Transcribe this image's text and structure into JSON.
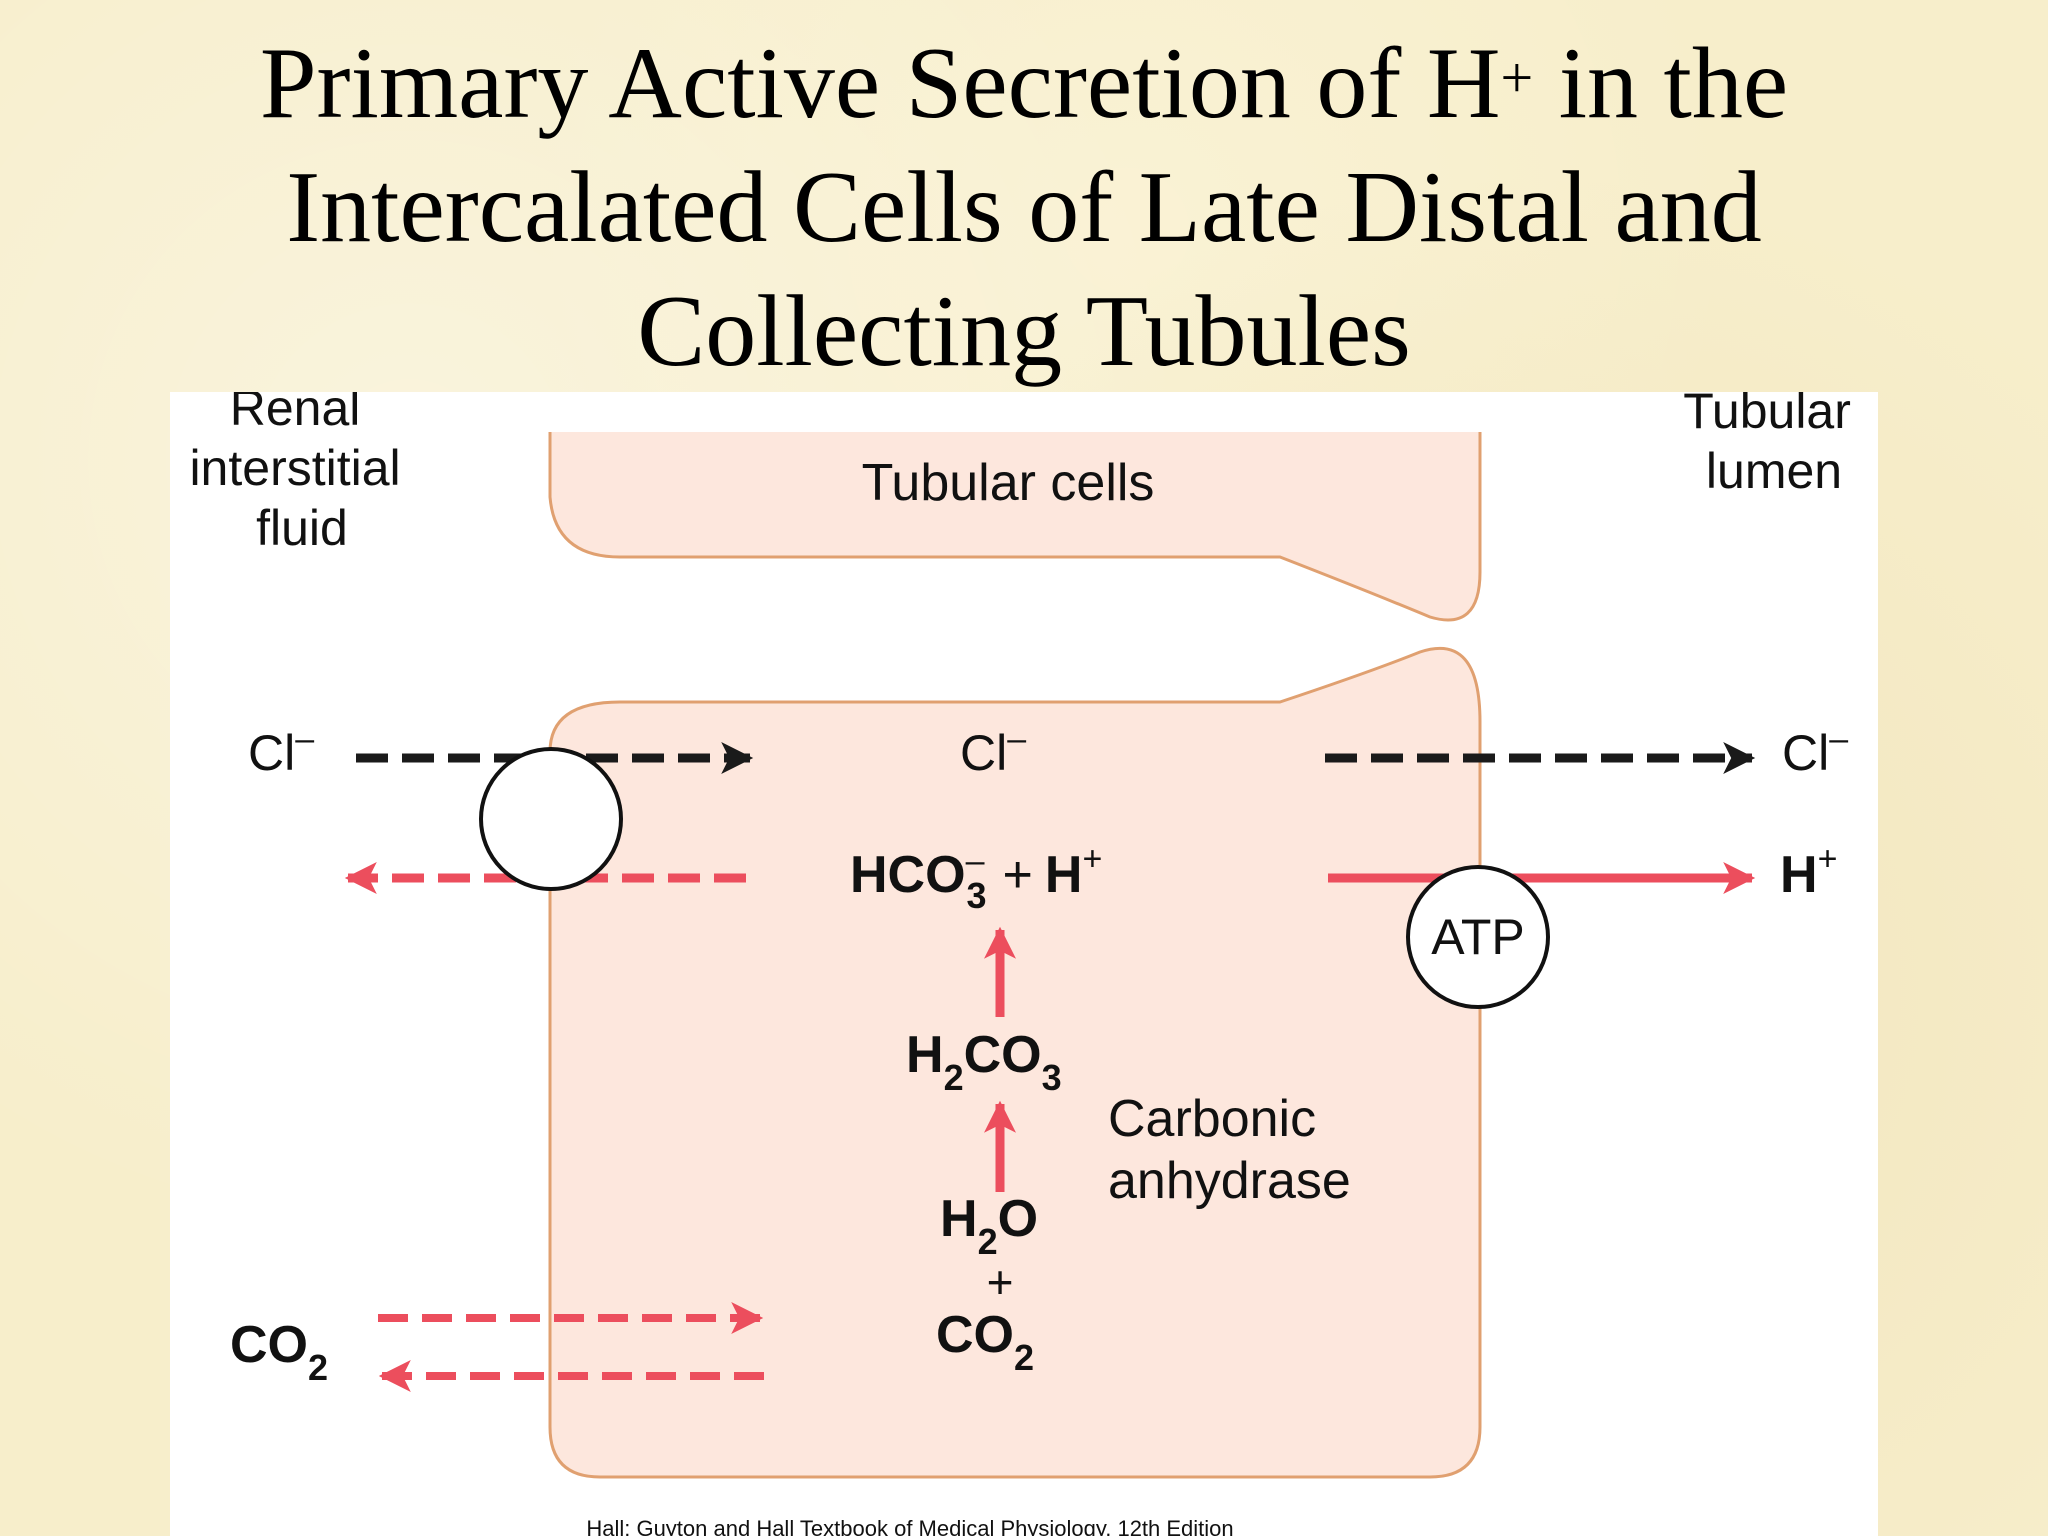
{
  "title": {
    "line1_pre": "Primary Active Secretion of H",
    "line1_sup": "+",
    "line1_post": " in the",
    "line2": "Intercalated Cells of Late Distal and",
    "line3": "Collecting Tubules"
  },
  "regions": {
    "interstitial": [
      "Renal",
      "interstitial",
      "fluid"
    ],
    "cells": "Tubular cells",
    "lumen": [
      "Tubular",
      "lumen"
    ]
  },
  "ions": {
    "cl": "Cl",
    "minus": "–",
    "plus": "+",
    "hco": "HCO",
    "sub3": "3",
    "sub2": "2",
    "h": "H",
    "c": "C",
    "o": "O",
    "co": "CO",
    "joiner_plus": "+"
  },
  "enzyme": [
    "Carbonic",
    "anhydrase"
  ],
  "pump": "ATP",
  "citation": "Hall: Guyton and Hall Textbook of Medical Physiology, 12th Edition",
  "colors": {
    "cell_fill": "#fde7dd",
    "cell_stroke": "#e0a070",
    "red_arrow": "#ec4e5d",
    "black_arrow": "#1a1a1a",
    "slide_bg": "#f7eecb"
  }
}
